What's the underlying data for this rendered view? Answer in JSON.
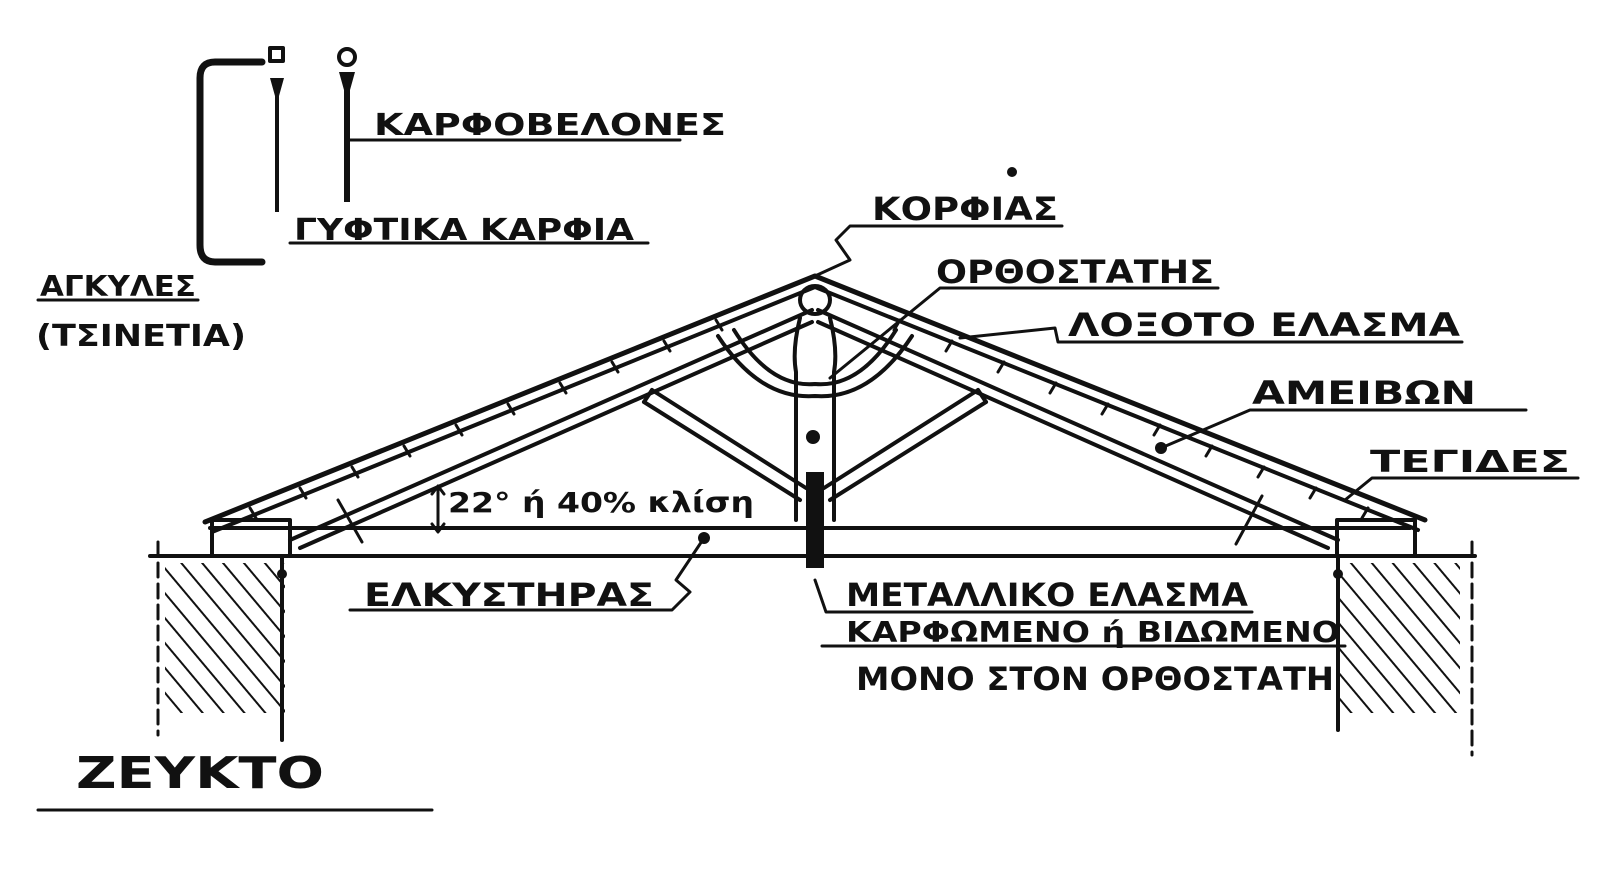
{
  "labels": {
    "karfobelones": "ΚΑΡΦΟΒΕΛΟΝΕΣ",
    "gyftika_karfia": "ΓΥΦΤΙΚΑ ΚΑΡΦΙΑ",
    "agkyles": "ΑΓΚΥΛΕΣ",
    "tsinetia": "(ΤΣΙΝΕΤΙΑ)",
    "korfias": "ΚΟΡΦΙΑΣ",
    "orthostatis": "ΟΡΘΟΣΤΑΤΗΣ",
    "loksoto_elasma": "ΛΟΞΟΤΟ ΕΛΑΣΜΑ",
    "ameivon": "ΑΜΕΙΒΩΝ",
    "tegides": "ΤΕΓΙΔΕΣ",
    "slope": "22° ή 40% κλίση",
    "elkystiras": "ΕΛΚΥΣΤΗΡΑΣ",
    "metalliko_elasma": "ΜΕΤΑΛΛΙΚΟ ΕΛΑΣΜΑ",
    "karfomeno": "ΚΑΡΦΩΜΕΝΟ ή ΒΙΔΩΜΕΝΟ",
    "mono_ston": "ΜΟΝΟ ΣΤΟΝ ΟΡΘΟΣΤΑΤΗ",
    "zeukto": "ΖΕΥΚΤΟ"
  },
  "colors": {
    "ink": "#111111",
    "paper": "#ffffff"
  }
}
